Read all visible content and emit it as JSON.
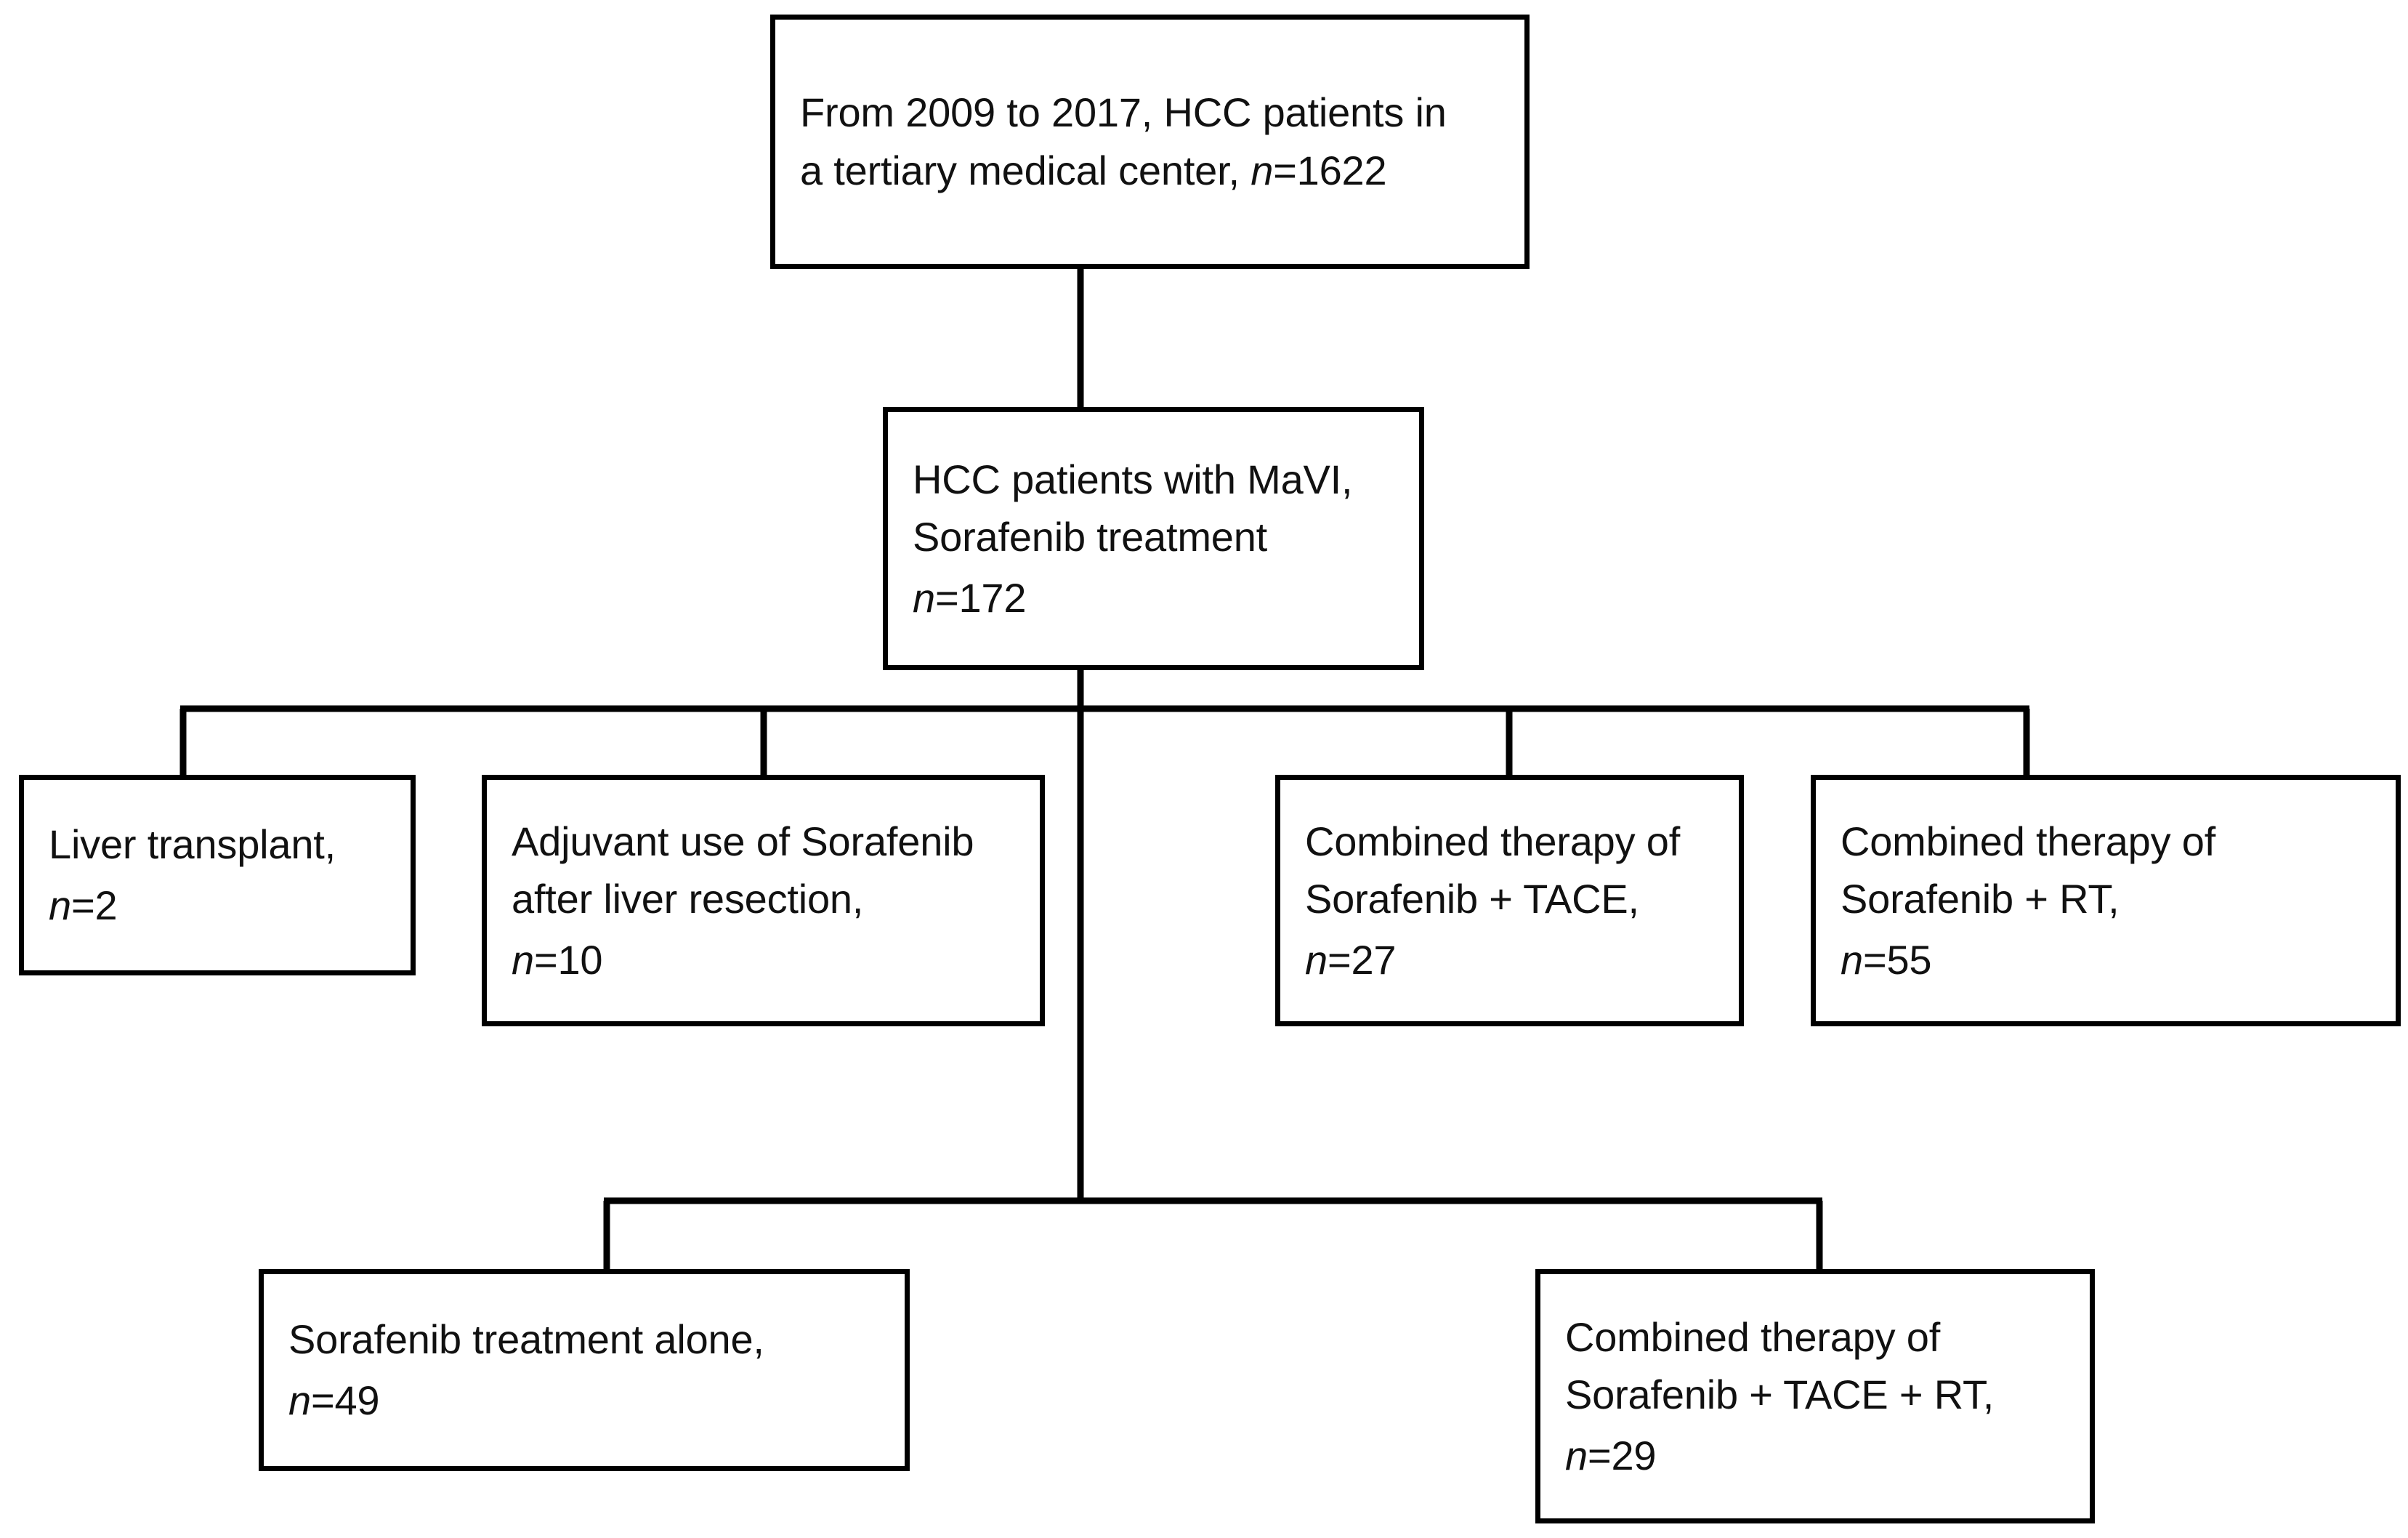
{
  "diagram": {
    "title": "HCC patient selection flow",
    "line_color": "#000000",
    "box_border_color": "#000000",
    "background_color": "#ffffff",
    "text_color": "#111111"
  },
  "nodes": {
    "cohort": {
      "name": "source-cohort",
      "line1": "From 2009 to 2017, HCC patients in",
      "line2_prefix": "a tertiary medical center, ",
      "n_label": "n",
      "n_value": "=1622"
    },
    "mavi": {
      "name": "mavi-sorafenib",
      "line1": "HCC patients with MaVI,",
      "line2": "Sorafenib treatment",
      "n_label": "n",
      "n_value": "=172"
    },
    "transplant": {
      "name": "liver-transplant",
      "line1": "Liver transplant,",
      "n_label": "n",
      "n_value": "=2"
    },
    "adjuvant": {
      "name": "adjuvant-sorafenib",
      "line1": "Adjuvant use of Sorafenib",
      "line2": "after liver resection,",
      "n_label": "n",
      "n_value": "=10"
    },
    "tace": {
      "name": "sorafenib-tace",
      "line1": "Combined therapy of",
      "line2": "Sorafenib + TACE,",
      "n_label": "n",
      "n_value": "=27"
    },
    "rt": {
      "name": "sorafenib-rt",
      "line1": "Combined therapy of",
      "line2": "Sorafenib + RT,",
      "n_label": "n",
      "n_value": "=55"
    },
    "alone": {
      "name": "sorafenib-alone",
      "line1": "Sorafenib treatment alone,",
      "n_label": "n",
      "n_value": "=49"
    },
    "tace_rt": {
      "name": "sorafenib-tace-rt",
      "line1": "Combined therapy of",
      "line2": "Sorafenib + TACE + RT,",
      "n_label": "n",
      "n_value": "=29"
    }
  },
  "chart_data": {
    "type": "diagram",
    "title": "HCC patient selection flow",
    "nodes": [
      {
        "id": "cohort",
        "label": "From 2009 to 2017, HCC patients in a tertiary medical center",
        "n": 1622,
        "level": 0
      },
      {
        "id": "mavi",
        "label": "HCC patients with MaVI, Sorafenib treatment",
        "n": 172,
        "level": 1
      },
      {
        "id": "transplant",
        "label": "Liver transplant",
        "n": 2,
        "level": 2
      },
      {
        "id": "adjuvant",
        "label": "Adjuvant use of Sorafenib after liver resection",
        "n": 10,
        "level": 2
      },
      {
        "id": "tace",
        "label": "Combined therapy of Sorafenib + TACE",
        "n": 27,
        "level": 2
      },
      {
        "id": "rt",
        "label": "Combined therapy of Sorafenib + RT",
        "n": 55,
        "level": 2
      },
      {
        "id": "alone",
        "label": "Sorafenib treatment alone",
        "n": 49,
        "level": 3
      },
      {
        "id": "tace_rt",
        "label": "Combined therapy of Sorafenib + TACE + RT",
        "n": 29,
        "level": 3
      }
    ],
    "edges": [
      {
        "from": "cohort",
        "to": "mavi"
      },
      {
        "from": "mavi",
        "to": "transplant"
      },
      {
        "from": "mavi",
        "to": "adjuvant"
      },
      {
        "from": "mavi",
        "to": "tace"
      },
      {
        "from": "mavi",
        "to": "rt"
      },
      {
        "from": "mavi",
        "to": "alone"
      },
      {
        "from": "mavi",
        "to": "tace_rt"
      }
    ]
  }
}
